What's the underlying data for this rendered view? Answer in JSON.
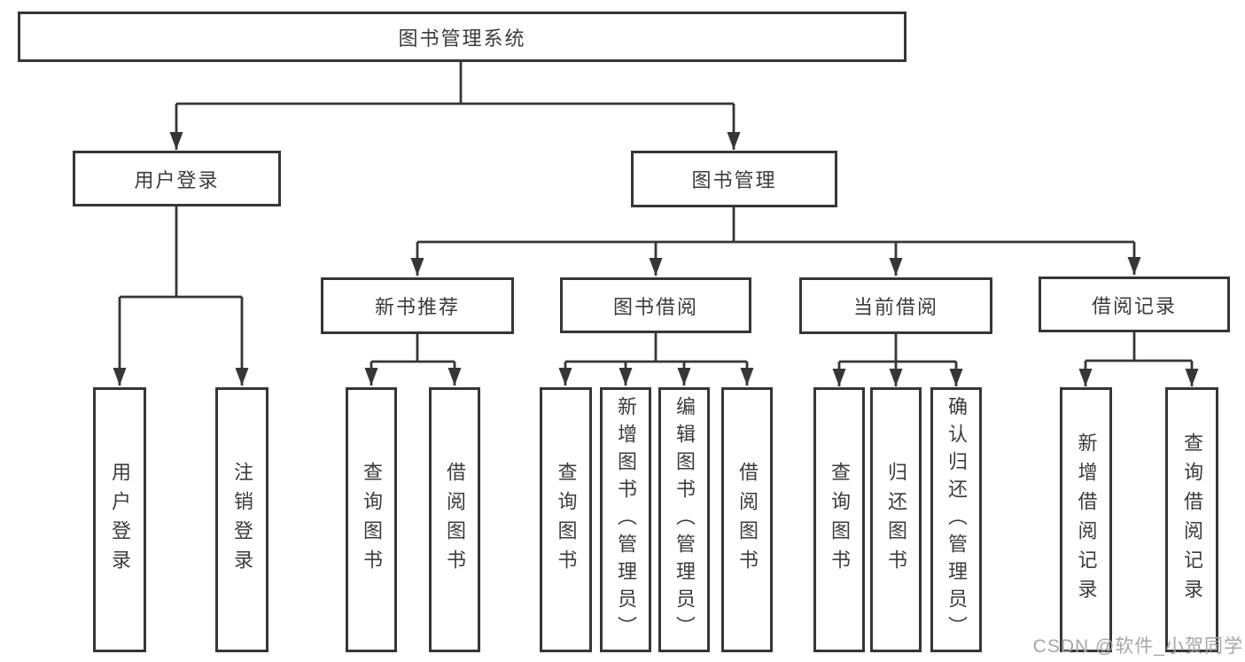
{
  "diagram": {
    "type": "hierarchy-tree",
    "watermark": "CSDN @软件_小贺同学",
    "colors": {
      "line": "#363636",
      "box_border": "#363636",
      "text": "#3c3c3c",
      "watermark": "#a6a6a6",
      "background": "#ffffff"
    },
    "nodes": {
      "root": {
        "label": "图书管理系统"
      },
      "user_login": {
        "label": "用户登录",
        "children": [
          {
            "label": "用户登录"
          },
          {
            "label": "注销登录"
          }
        ]
      },
      "book_mgmt": {
        "label": "图书管理"
      },
      "recommend": {
        "label": "新书推荐",
        "children": [
          {
            "label": "查询图书"
          },
          {
            "label": "借阅图书"
          }
        ]
      },
      "borrow": {
        "label": "图书借阅",
        "children": [
          {
            "label": "查询图书"
          },
          {
            "label": "新增图书（管理员）"
          },
          {
            "label": "编辑图书（管理员）"
          },
          {
            "label": "借阅图书"
          }
        ]
      },
      "current": {
        "label": "当前借阅",
        "children": [
          {
            "label": "查询图书"
          },
          {
            "label": "归还图书"
          },
          {
            "label": "确认归还（管理员）"
          }
        ]
      },
      "records": {
        "label": "借阅记录",
        "children": [
          {
            "label": "新增借阅记录"
          },
          {
            "label": "查询借阅记录"
          }
        ]
      }
    }
  }
}
